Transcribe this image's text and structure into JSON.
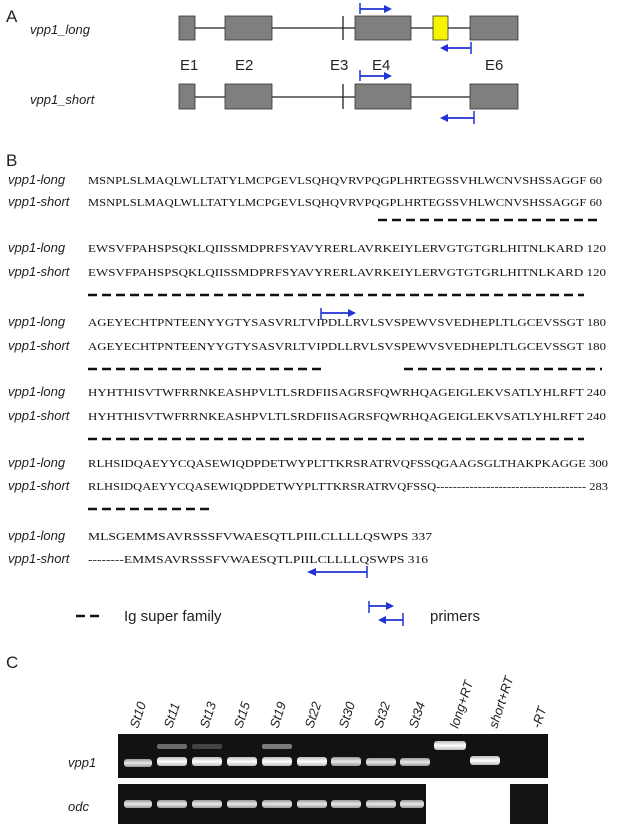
{
  "panels": {
    "a": "A",
    "b": "B",
    "c": "C"
  },
  "gene_models": {
    "long_name": "vpp1_long",
    "short_name": "vpp1_short",
    "exon_labels": [
      "E1",
      "E2",
      "E3",
      "E4",
      "E6"
    ],
    "colors": {
      "exon": "#7f7f7f",
      "alt_exon": "#f5f500",
      "primer": "#1f33d6"
    }
  },
  "alignment": {
    "blocks": [
      {
        "rows": [
          {
            "name": "vpp1-long",
            "seq": "MSNPLSLMAQLWLLTATYLMCPGEVLSQHQVRVPQGPLHRTEGSSVHLWCNVSHSSAGGF 60"
          },
          {
            "name": "vpp1-short",
            "seq": "MSNPLSLMAQLWLLTATYLMCPGEVLSQHQVRVPQGPLHRTEGSSVHLWCNVSHSSAGGF 60"
          }
        ]
      },
      {
        "rows": [
          {
            "name": "vpp1-long",
            "seq": "EWSVFPAHSPSQKLQIISSMDPRFSYAVYRERLAVRKEIYLERVGTGTGRLHITNLKARD 120"
          },
          {
            "name": "vpp1-short",
            "seq": "EWSVFPAHSPSQKLQIISSMDPRFSYAVYRERLAVRKEIYLERVGTGTGRLHITNLKARD 120"
          }
        ]
      },
      {
        "rows": [
          {
            "name": "vpp1-long",
            "seq": "AGEYECHTPNTEENYYGTYSASVRLTVIPDLLRVLSVSPEWVSVEDHEPLTLGCEVSSGT 180"
          },
          {
            "name": "vpp1-short",
            "seq": "AGEYECHTPNTEENYYGTYSASVRLTVIPDLLRVLSVSPEWVSVEDHEPLTLGCEVSSGT 180"
          }
        ]
      },
      {
        "rows": [
          {
            "name": "vpp1-long",
            "seq": "HYHTHISVTWFRRNKEASHPVLTLSRDFIISAGRSFQWRHQAGEIGLEKVSATLYHLRFT 240"
          },
          {
            "name": "vpp1-short",
            "seq": "HYHTHISVTWFRRNKEASHPVLTLSRDFIISAGRSFQWRHQAGEIGLEKVSATLYHLRFT 240"
          }
        ]
      },
      {
        "rows": [
          {
            "name": "vpp1-long",
            "seq": "RLHSIDQAEYYCQASEWIQDPDETWYPLTTKRSRATRVQFSSQGAAGSGLTHAKPKAGGE 300"
          },
          {
            "name": "vpp1-short",
            "seq": "RLHSIDQAEYYCQASEWIQDPDETWYPLTTKRSRATRVQFSSQ------------------------------------ 283"
          }
        ]
      },
      {
        "rows": [
          {
            "name": "vpp1-long",
            "seq": "MLSGEMMSAVRSSSFVWAESQTLPIILCLLLLQSWPS 337"
          },
          {
            "name": "vpp1-short",
            "seq": "--------EMMSAVRSSSFVWAESQTLPIILCLLLLQSWPS 316"
          }
        ]
      }
    ],
    "dash_color": "#111111"
  },
  "legend": {
    "ig": "Ig super family",
    "primers": "primers"
  },
  "gel": {
    "lanes": [
      "St10",
      "St11",
      "St13",
      "St15",
      "St19",
      "St22",
      "St30",
      "St32",
      "St34",
      "long+RT",
      "short+RT",
      "-RT"
    ],
    "rows": [
      "vpp1",
      "odc"
    ]
  }
}
